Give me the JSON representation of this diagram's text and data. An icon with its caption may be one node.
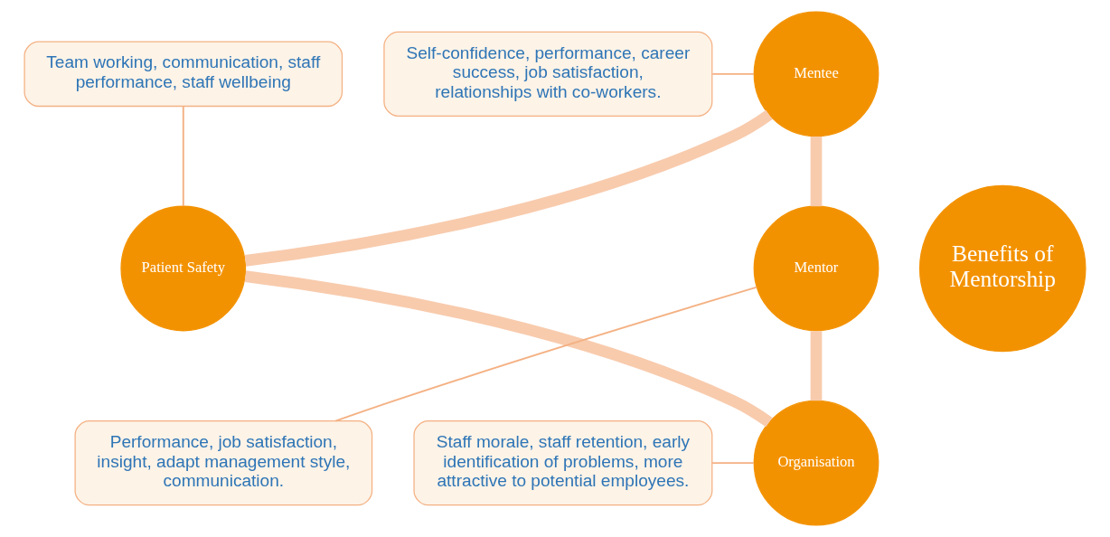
{
  "diagram": {
    "nodes": [
      {
        "text": [
          "Benefits of Mentorship"
        ]
      },
      {
        "text": [
          "Mentee"
        ]
      },
      {
        "text": [
          "Mentor"
        ]
      },
      {
        "text": [
          "Organisation"
        ]
      },
      {
        "text": [
          "Patient Safety"
        ]
      },
      {
        "text": [
          "Self-confidence, performance, career success, job satisfaction, relationships with co-workers."
        ]
      },
      {
        "text": [
          "Team working, communication, staff performance, staff wellbeing"
        ]
      },
      {
        "text": [
          "Performance, job satisfaction, insight, adapt management style, communication."
        ]
      },
      {
        "text": [
          "Staff morale, staff retention, early identification of problems, more attractive to potential employees."
        ]
      }
    ],
    "edges": [
      {
        "from": 1,
        "to": 2,
        "arrow": "none",
        "style": "thick",
        "color": "#f8cbad"
      },
      {
        "from": 2,
        "to": 3,
        "arrow": "none",
        "style": "thick",
        "color": "#f8cbad"
      },
      {
        "from": 3,
        "to": 4,
        "arrow": "none",
        "style": "thick",
        "color": "#f8cbad"
      },
      {
        "from": 4,
        "to": 1,
        "arrow": "none",
        "style": "thick",
        "color": "#f8cbad"
      },
      {
        "from": 5,
        "to": 1,
        "arrow": "none",
        "color": "#f4b183"
      },
      {
        "from": 6,
        "to": 4,
        "arrow": "none",
        "color": "#f4b183"
      },
      {
        "from": 7,
        "to": 2,
        "arrow": "none",
        "color": "#f4b183"
      },
      {
        "from": 8,
        "to": 3,
        "arrow": "none",
        "color": "#f4b183"
      }
    ]
  }
}
